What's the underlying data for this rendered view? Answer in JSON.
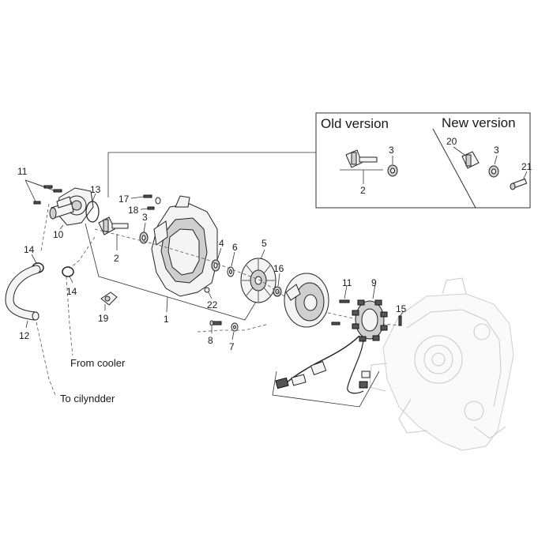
{
  "inset": {
    "old_version_label": "Old version",
    "new_version_label": "New version",
    "old_labels": [
      "3",
      "2"
    ],
    "new_labels": [
      "20",
      "3",
      "21"
    ]
  },
  "callouts": {
    "c1": "1",
    "c2": "2",
    "c3": "3",
    "c4": "4",
    "c5": "5",
    "c6": "6",
    "c7": "7",
    "c8": "8",
    "c9": "9",
    "c10": "10",
    "c11a": "11",
    "c11b": "11",
    "c12": "12",
    "c13": "13",
    "c14a": "14",
    "c14b": "14",
    "c15": "15",
    "c16": "16",
    "c17": "17",
    "c18": "18",
    "c19": "19",
    "c22": "22"
  },
  "notes": {
    "from_cooler": "From cooler",
    "to_cylinder": "To cilyndder"
  }
}
